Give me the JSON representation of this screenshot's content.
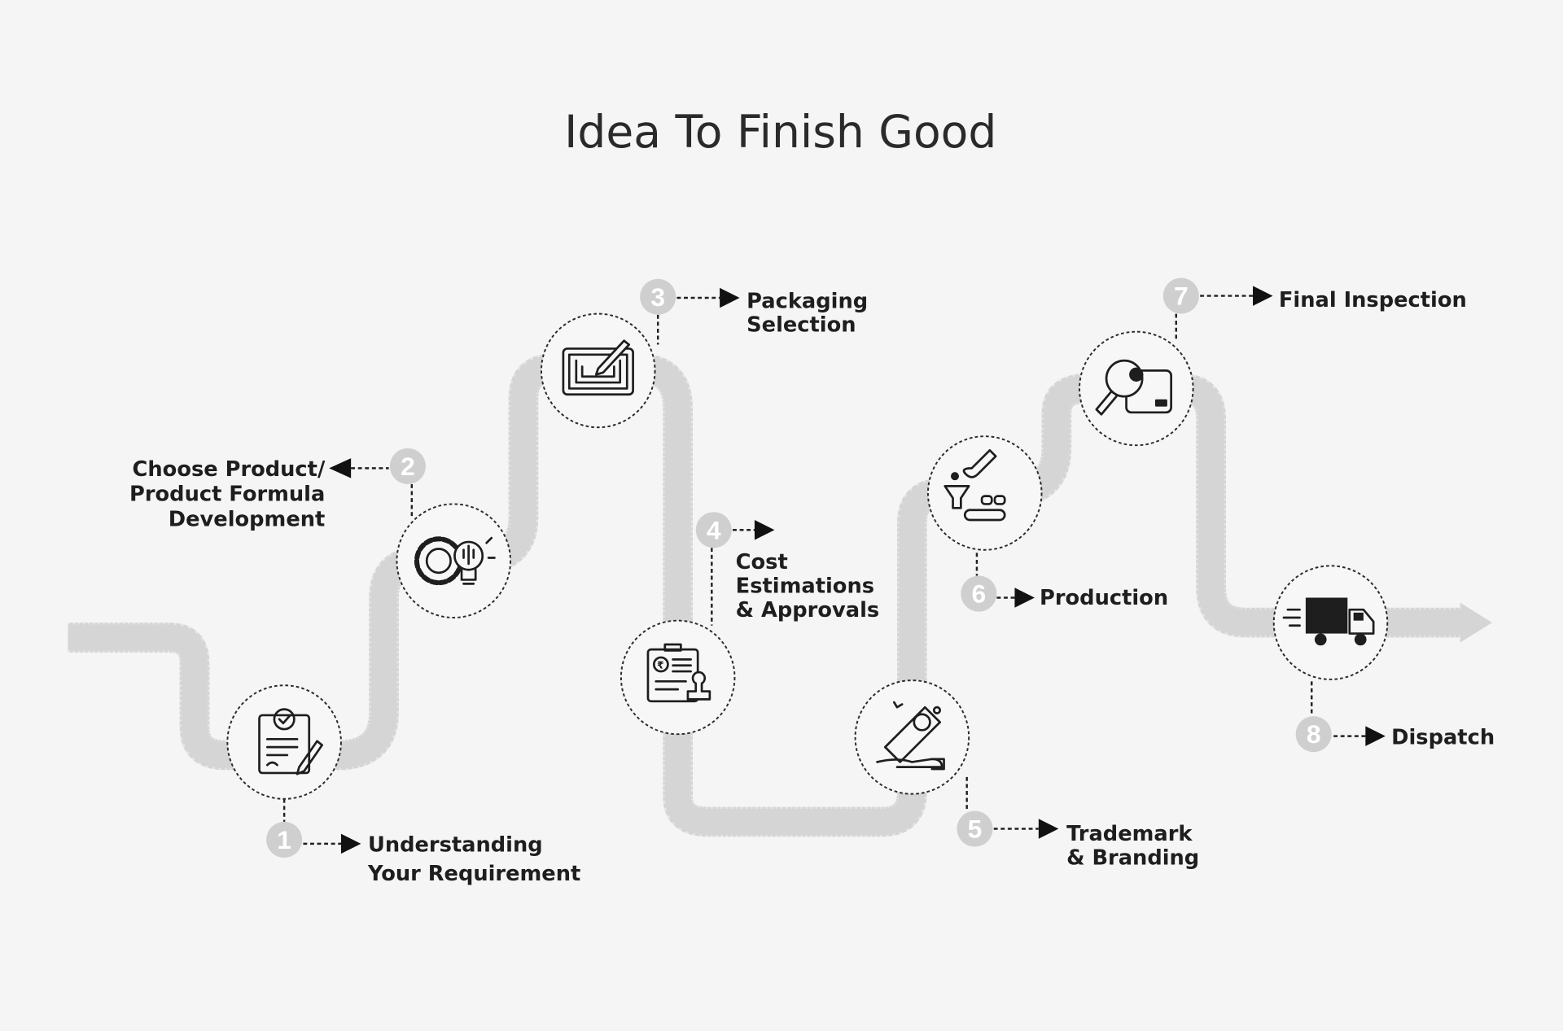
{
  "title": "Idea To Finish Good",
  "colors": {
    "road": "#d5d5d5",
    "badge": "#cfcfcf",
    "text": "#1e1e1e",
    "background": "#f5f5f5"
  },
  "steps": [
    {
      "number": "1",
      "lines": [
        "Understanding",
        "Your Requirement"
      ],
      "icon": "requirement-clipboard-icon"
    },
    {
      "number": "2",
      "lines": [
        "Choose Product/",
        "Product Formula",
        "Development"
      ],
      "icon": "gear-bulb-icon"
    },
    {
      "number": "3",
      "lines": [
        "Packaging",
        "Selection"
      ],
      "icon": "packaging-design-icon"
    },
    {
      "number": "4",
      "lines": [
        "Cost",
        "Estimations",
        "& Approvals"
      ],
      "icon": "cost-approval-icon"
    },
    {
      "number": "5",
      "lines": [
        "Trademark",
        "& Branding"
      ],
      "icon": "trademark-tag-icon"
    },
    {
      "number": "6",
      "lines": [
        "Production"
      ],
      "icon": "production-line-icon"
    },
    {
      "number": "7",
      "lines": [
        "Final Inspection"
      ],
      "icon": "magnifier-inspection-icon"
    },
    {
      "number": "8",
      "lines": [
        "Dispatch"
      ],
      "icon": "delivery-truck-icon"
    }
  ]
}
